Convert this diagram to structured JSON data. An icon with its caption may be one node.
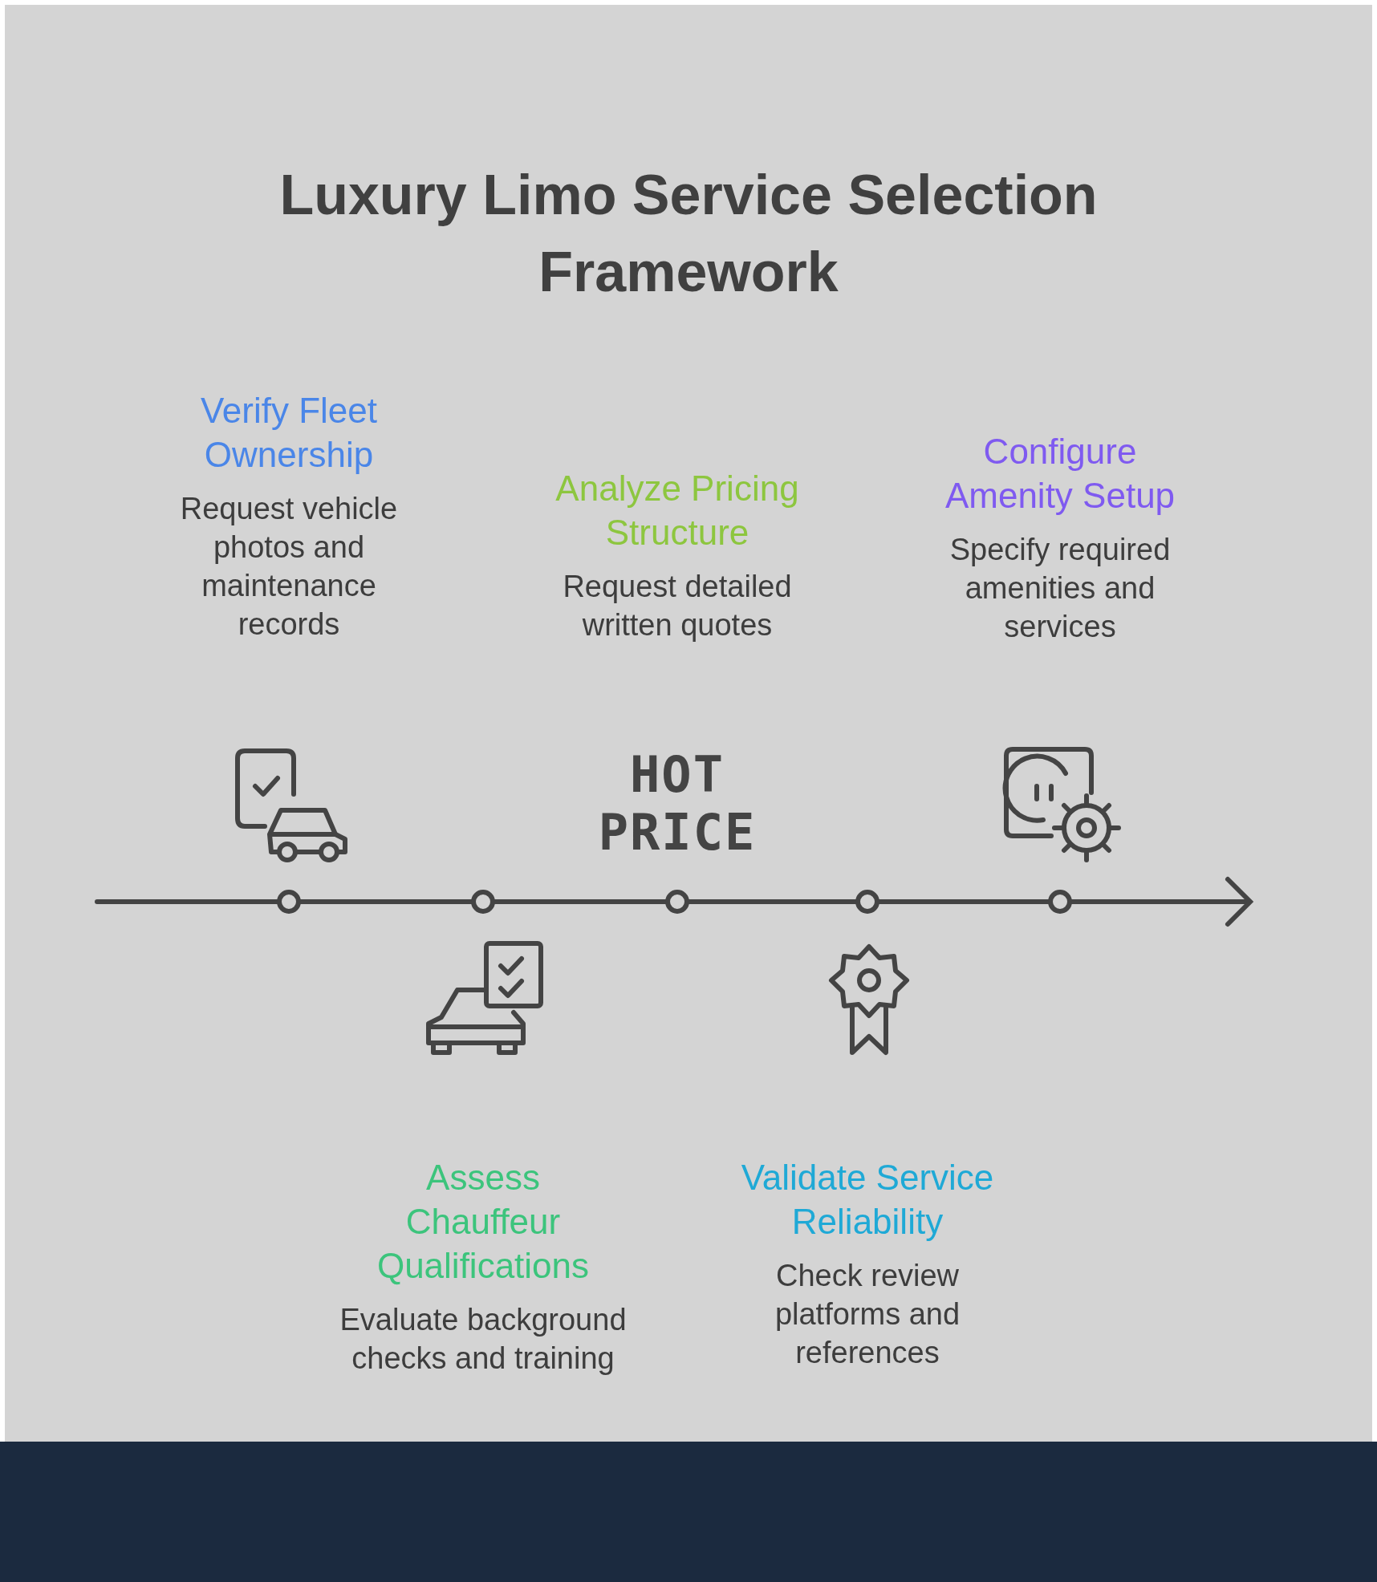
{
  "diagram": {
    "title": "Luxury Limo Service Selection Framework",
    "nodes": [
      {
        "text": [
          "Verify Fleet Ownership",
          "Request vehicle photos and maintenance records"
        ]
      },
      {
        "text": [
          "Analyze Pricing Structure",
          "Request detailed written quotes"
        ]
      },
      {
        "text": [
          "Configure Amenity Setup",
          "Specify required amenities and services"
        ]
      },
      {
        "text": [
          "Assess Chauffeur Qualifications",
          "Evaluate background checks and training"
        ]
      },
      {
        "text": [
          "Validate Service Reliability",
          "Check review platforms and references"
        ]
      }
    ],
    "labels": [
      "HOT PRICE"
    ]
  }
}
